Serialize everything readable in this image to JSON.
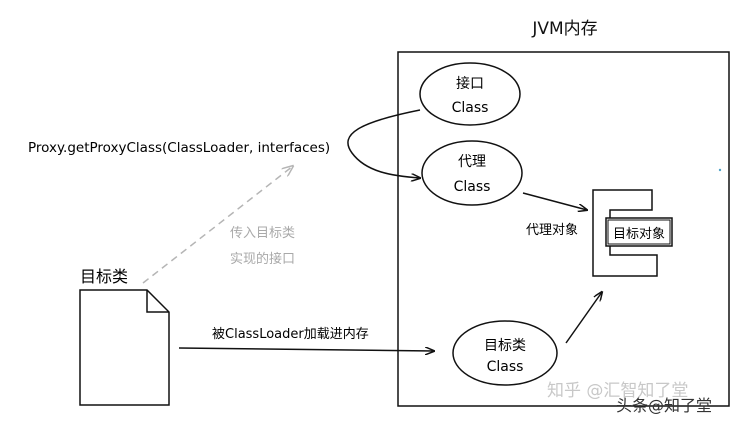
{
  "jvm": {
    "title": "JVM内存"
  },
  "proxy_call": {
    "text": "Proxy.getProxyClass(ClassLoader, interfaces)"
  },
  "interface_class": {
    "line1": "接口",
    "line2": "Class"
  },
  "proxy_class": {
    "line1": "代理",
    "line2": "Class"
  },
  "target_class_in_memory": {
    "line1": "目标类",
    "line2": "Class"
  },
  "proxy_object": {
    "label": "代理对象",
    "inner_label": "目标对象"
  },
  "target_class": {
    "label": "目标类"
  },
  "pass_in": {
    "line1": "传入目标类",
    "line2": "实现的接口"
  },
  "loader_arrow": {
    "label": "被ClassLoader加载进内存"
  },
  "watermark": {
    "faded": "知乎 @汇智知了堂",
    "front": "头条@知了堂"
  }
}
